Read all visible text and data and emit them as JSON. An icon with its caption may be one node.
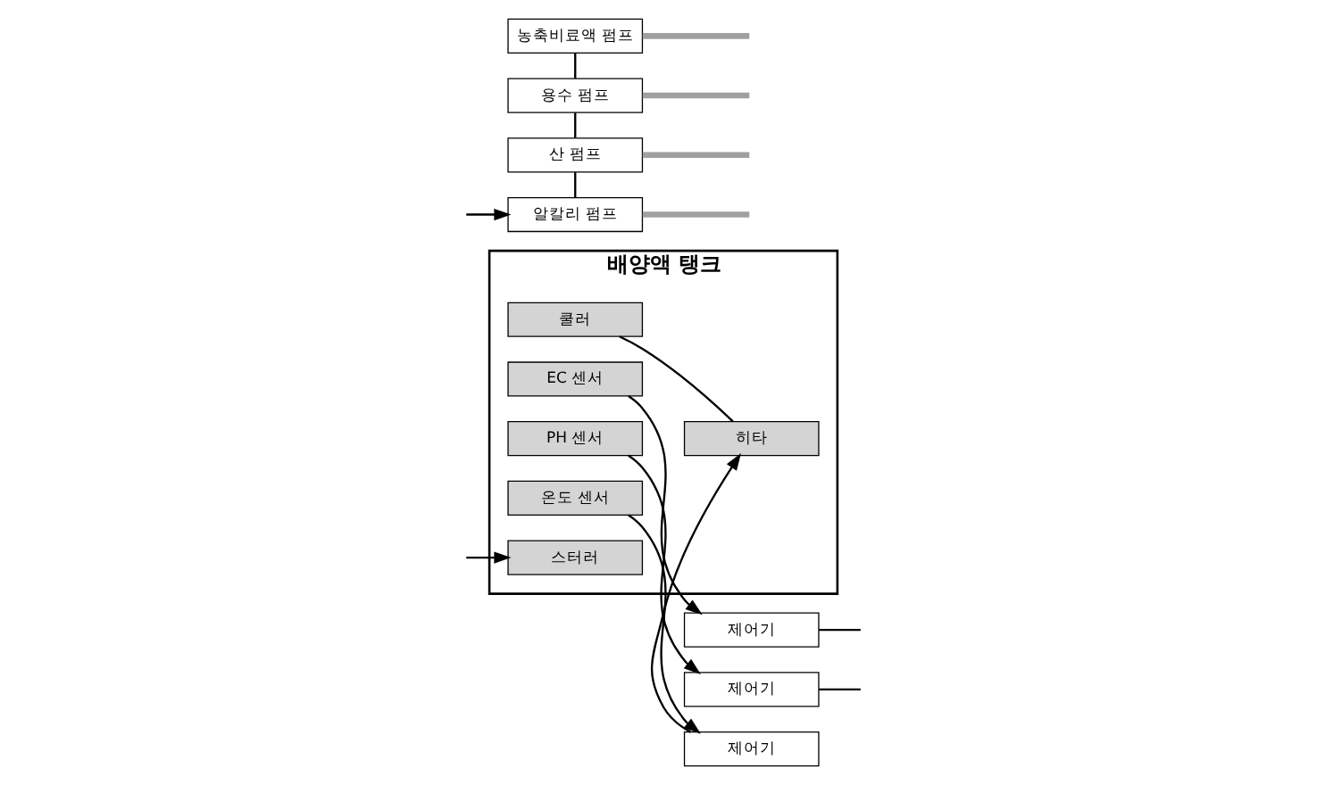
{
  "diagram": {
    "nodes": [
      {
        "text": [
          "배양액 탱크"
        ]
      },
      {
        "text": [
          "농축비료액 펌프"
        ]
      },
      {
        "text": [
          "용수 펌프"
        ]
      },
      {
        "text": [
          "산 펌프"
        ]
      },
      {
        "text": [
          "알칼리 펌프"
        ]
      },
      {
        "text": [
          "EC 센서"
        ],
        "in": 0
      },
      {
        "text": [
          "PH 센서"
        ],
        "in": 0
      },
      {
        "text": [
          "온도 센서"
        ],
        "in": 0
      },
      {
        "text": [
          "제어기"
        ]
      },
      {
        "text": [
          "제어기"
        ]
      },
      {
        "text": [
          "제어기"
        ]
      },
      {
        "text": [
          "쿨러"
        ],
        "in": 0
      },
      {
        "text": [
          "히타"
        ],
        "in": 0
      },
      {
        "text": [
          "스터러"
        ],
        "in": 0
      }
    ],
    "edges": [
      {
        "from": 1,
        "to": 2,
        "arrow": "none"
      },
      {
        "from": 2,
        "to": 3,
        "arrow": "none"
      },
      {
        "from": 3,
        "to": 4,
        "arrow": "none"
      },
      {
        "from": 1,
        "to": null,
        "arrow": "none",
        "style": "thick",
        "color": "#a0a0a0"
      },
      {
        "from": 2,
        "to": null,
        "arrow": "none",
        "style": "thick",
        "color": "#a0a0a0"
      },
      {
        "from": 3,
        "to": null,
        "arrow": "none",
        "style": "thick",
        "color": "#a0a0a0"
      },
      {
        "from": 4,
        "to": null,
        "arrow": "none",
        "style": "thick",
        "color": "#a0a0a0"
      },
      {
        "from": 5,
        "to": 8,
        "arrow": "to"
      },
      {
        "from": 6,
        "to": 9,
        "arrow": "to"
      },
      {
        "from": 7,
        "to": 10,
        "arrow": "to"
      },
      {
        "from": 8,
        "to": null,
        "arrow": "none"
      },
      {
        "from": 9,
        "to": null,
        "arrow": "none"
      },
      {
        "from": 10,
        "to": 12,
        "arrow": "to"
      },
      {
        "from": 11,
        "to": 12,
        "arrow": "none"
      },
      {
        "from": null,
        "to": 13,
        "arrow": "to"
      },
      {
        "from": null,
        "to": 4,
        "arrow": "to"
      }
    ]
  }
}
